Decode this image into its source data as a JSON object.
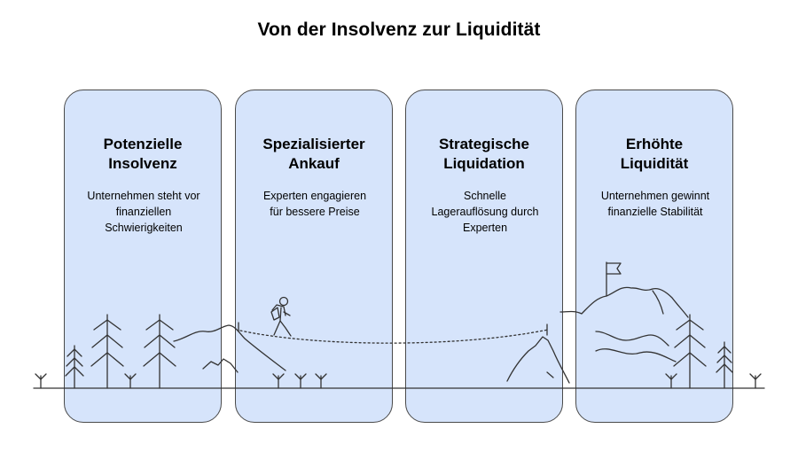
{
  "title": "Von der Insolvenz zur Liquidität",
  "cards": [
    {
      "heading_line1": "Potenzielle",
      "heading_line2": "Insolvenz",
      "text_line1": "Unternehmen steht vor",
      "text_line2": "finanziellen",
      "text_line3": "Schwierigkeiten"
    },
    {
      "heading_line1": "Spezialisierter",
      "heading_line2": "Ankauf",
      "text_line1": "Experten engagieren",
      "text_line2": "für bessere Preise",
      "text_line3": ""
    },
    {
      "heading_line1": "Strategische",
      "heading_line2": "Liquidation",
      "text_line1": "Schnelle",
      "text_line2": "Lagerauflösung durch",
      "text_line3": "Experten"
    },
    {
      "heading_line1": "Erhöhte",
      "heading_line2": "Liquidität",
      "text_line1": "Unternehmen gewinnt",
      "text_line2": "finanzielle Stabilität",
      "text_line3": ""
    }
  ],
  "colors": {
    "card_fill": "#d6e4fb",
    "card_border": "#4a4a4a",
    "line_art": "#333333"
  },
  "icons": [
    "tree-icon",
    "grass-tuft-icon",
    "hiker-icon",
    "mountain-icon",
    "summit-flag-icon"
  ]
}
